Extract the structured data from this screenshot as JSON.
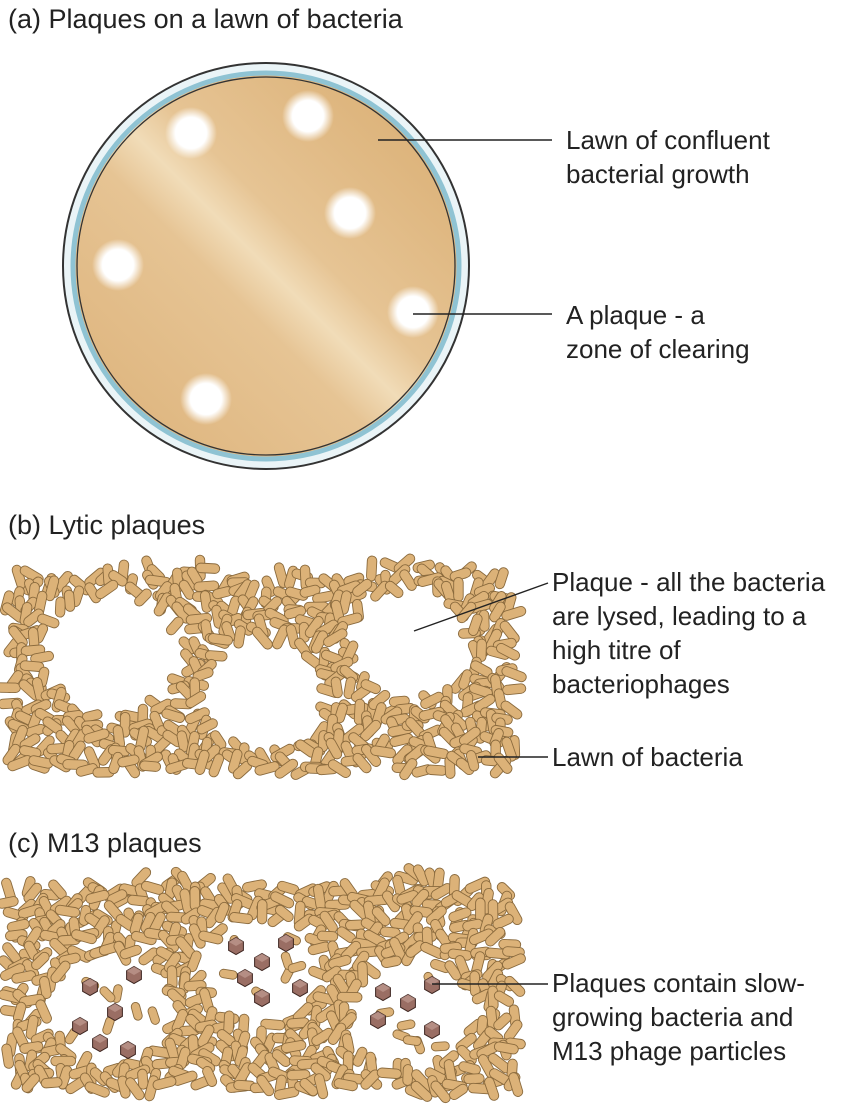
{
  "panel_a": {
    "heading": "(a) Plaques on a lawn of bacteria",
    "label_lawn": [
      "Lawn of confluent",
      "bacterial growth"
    ],
    "label_plaque": [
      "A plaque - a",
      "zone of clearing"
    ]
  },
  "panel_b": {
    "heading": "(b) Lytic plaques",
    "label_plaque": [
      "Plaque - all the bacteria",
      "are lysed, leading to a",
      "high titre of",
      "bacteriophages"
    ],
    "label_lawn": [
      "Lawn of bacteria"
    ]
  },
  "panel_c": {
    "heading": "(c) M13 plaques",
    "label_plaque": [
      "Plaques contain slow-",
      "growing bacteria and",
      "M13 phage particles"
    ]
  },
  "colors": {
    "agar": "#e2bd86",
    "dish_rim": "#a9d3df",
    "bacterium_fill": "#dcb278",
    "bacterium_stroke": "#8a6a3d",
    "phage_fill": "#9a6e64"
  }
}
